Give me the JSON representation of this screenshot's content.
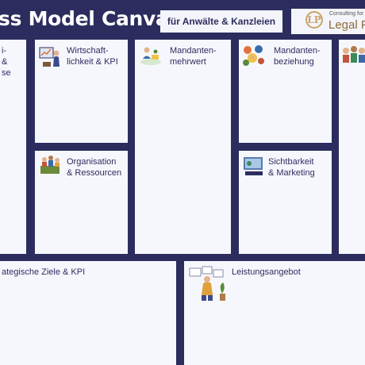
{
  "header": {
    "title": "ss Model Canvas",
    "tag": "für Anwälte & Kanzleien",
    "logo": {
      "monogram": "LP",
      "small": "Consulting for",
      "big": "Legal Pr"
    }
  },
  "cards": {
    "partial_left": "i-\n& \nse",
    "wirtschaft": "Wirtschaft-\nlichkeit & KPI",
    "organisation": "Organisation\n& Ressourcen",
    "mehrwert": "Mandanten-\nmehrwert",
    "beziehung": "Mandanten-\nbeziehung",
    "sichtbarkeit": "Sichtbarkeit\n& Marketing",
    "ziele": "ategische Ziele & KPI",
    "leistung": "Leistungsangebot"
  },
  "colors": {
    "background": "#2c2d5e",
    "card": "#f6f7fd",
    "accent_gold": "#c9a56a"
  },
  "icons": [
    "presentation-illustration-icon",
    "team-illustration-icon",
    "chat-illustration-icon",
    "people-network-illustration-icon",
    "audience-illustration-icon",
    "marketing-illustration-icon",
    "office-illustration-icon"
  ]
}
